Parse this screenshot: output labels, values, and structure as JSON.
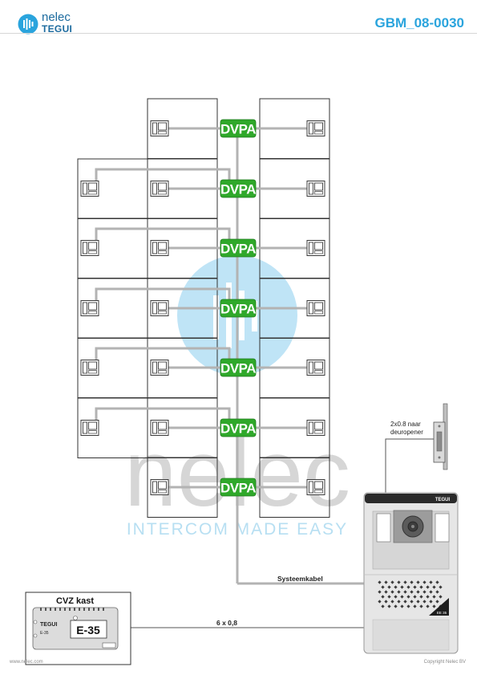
{
  "header": {
    "brand_name": "nelec",
    "brand_sub": "TEGUI",
    "doc_code": "GBM_08-0030"
  },
  "diagram": {
    "dvpa_label": "DVPA",
    "system_cable_label": "Systeemkabel",
    "cable_label": "6 x 0,8",
    "door_opener_line1": "2x0.8 naar",
    "door_opener_line2": "deuropener",
    "cabinet_title": "CVZ kast",
    "psu_brand": "TEGUI",
    "psu_model_small": "E-35",
    "psu_model_big": "E-35",
    "panel_brand": "TEGUI",
    "panel_badge": "EE 35"
  },
  "watermark": {
    "word": "nelec",
    "tagline": "INTERCOM MADE EASY"
  },
  "footer": {
    "website": "www.nelec.com",
    "copyright": "Copyright Nelec BV"
  },
  "colors": {
    "dvpa_green": "#2fa82a",
    "brand_blue": "#1b6a9e",
    "accent_blue": "#2aa4dd",
    "wire_gray": "#b3b3b3"
  }
}
